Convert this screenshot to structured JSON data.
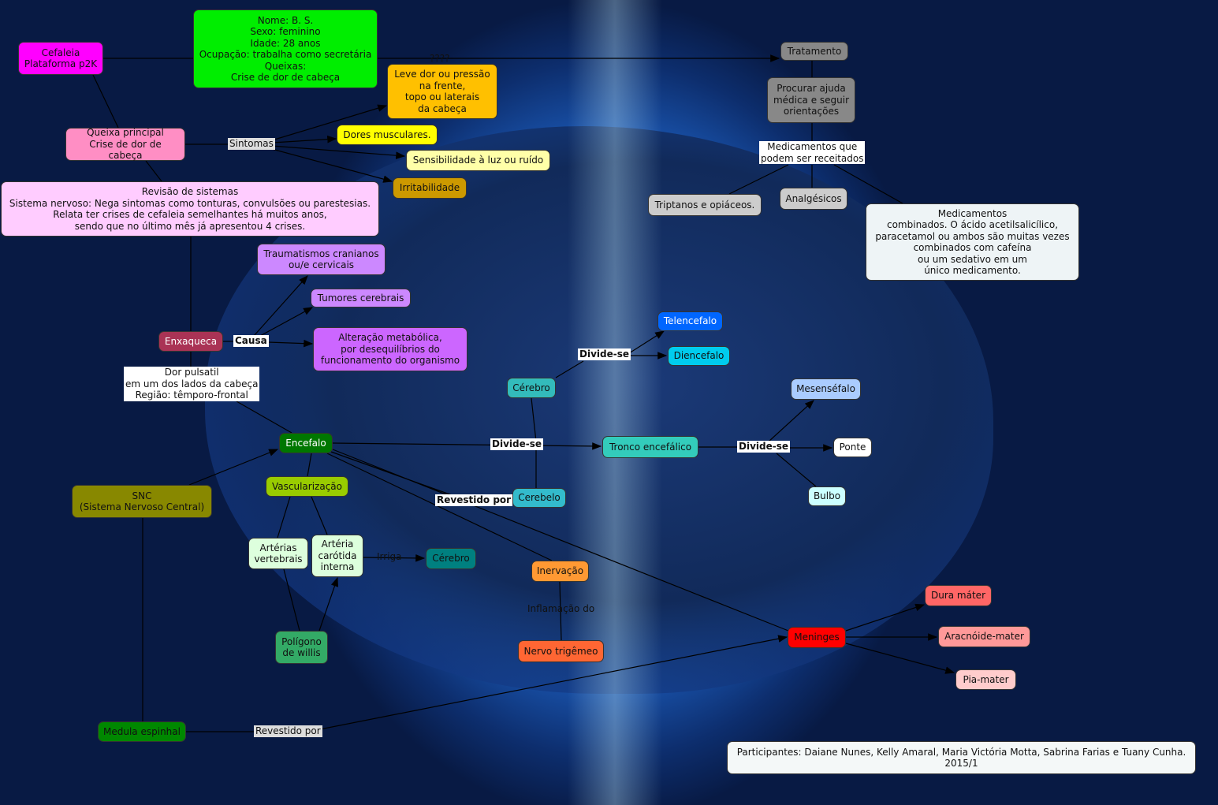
{
  "nodes": {
    "cefaleia": "Cefaleia\nPlataforma p2K",
    "patient": "Nome: B. S.\nSexo: feminino\nIdade: 28 anos\nOcupação: trabalha como secretária\nQueixas:\nCrise de dor de cabeça",
    "tratamento": "Tratamento",
    "procurar": "Procurar ajuda\nmédica e seguir\norientações",
    "triptanos": "Triptanos e opiáceos.",
    "analgesicos": "Analgésicos",
    "combinados": "Medicamentos\ncombinados. O ácido acetilsalicílico,\nparacetamol ou ambos são muitas vezes\ncombinados com cafeína\nou um sedativo em um\núnico medicamento.",
    "leve_dor": "Leve dor ou pressão\nna frente,\ntopo ou laterais\nda cabeça",
    "dores_musculares": "Dores musculares.",
    "sensibilidade": "Sensibilidade à luz ou ruído",
    "irritabilidade": "Irritabilidade",
    "queixa": "Queixa principal\nCrise de dor de cabeça",
    "revisao": "Revisão de sistemas\nSistema nervoso: Nega sintomas como tonturas, convulsões ou parestesias.\nRelata ter crises de cefaleia semelhantes há muitos anos,\nsendo que no último mês já apresentou 4 crises.",
    "traumatismos": "Traumatismos cranianos\nou/e cervicais",
    "tumores": "Tumores cerebrais",
    "alteracao": "Alteração metabólica,\npor desequilíbrios do\nfuncionamento do organismo",
    "enxaqueca": "Enxaqueca",
    "encefalo": "Encefalo",
    "telencefalo": "Telencefalo",
    "diencefalo": "Diencefalo",
    "cerebro": "Cérebro",
    "mesencefalo": "Mesenséfalo",
    "tronco": "Tronco encefálico",
    "ponte": "Ponte",
    "cerebelo": "Cerebelo",
    "bulbo": "Bulbo",
    "snc": "SNC\n(Sistema Nervoso Central)",
    "vascularizacao": "Vascularização",
    "arterias_vertebrais": "Artérias\nvertebrais",
    "carotida": "Artéria\ncarótida\ninterna",
    "cerebro2": "Cérebro",
    "inervacao": "Inervação",
    "nervo_trigemeo": "Nervo trigêmeo",
    "poligono": "Polígono\nde willis",
    "meninges": "Meninges",
    "dura": "Dura máter",
    "aracnoide": "Aracnóide-mater",
    "pia": "Pia-mater",
    "medula": "Medula espinhal",
    "participantes": "Participantes: Daiane Nunes, Kelly Amaral, Maria Victória Motta, Sabrina Farias e Tuany Cunha.\n2015/1"
  },
  "links": {
    "q": "????",
    "medicamentos": "Medicamentos que\npodem ser receitados",
    "sintomas": "Sintomas",
    "causa": "Causa",
    "dor_pulsatil": "Dor pulsatil\nem um dos lados da cabeça\nRegião: têmporo-frontal",
    "divide1": "Divide-se",
    "divide2": "Divide-se",
    "divide3": "Divide-se",
    "revestido1": "Revestido por",
    "irriga": "Irriga",
    "inflamacao": "Inflamação do",
    "revestido2": "Revestido por"
  },
  "colors": {
    "accent_red": "#ff0000",
    "patient_green": "#00ff00",
    "magenta": "#ff00ff"
  }
}
